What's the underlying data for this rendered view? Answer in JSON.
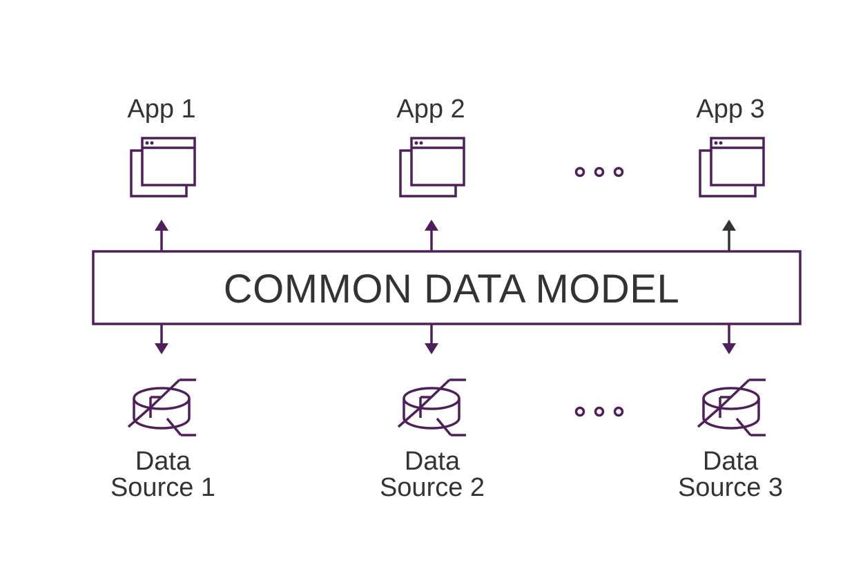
{
  "model": {
    "label": "COMMON DATA MODEL"
  },
  "apps": [
    {
      "label": "App 1",
      "icon": "app-window-icon"
    },
    {
      "label": "App 2",
      "icon": "app-window-icon"
    },
    {
      "label": "App 3",
      "icon": "app-window-icon"
    }
  ],
  "sources": [
    {
      "line1": "Data",
      "line2": "Source 1",
      "icon": "database-icon"
    },
    {
      "line1": "Data",
      "line2": "Source 2",
      "icon": "database-icon"
    },
    {
      "line1": "Data",
      "line2": "Source 3",
      "icon": "database-icon"
    }
  ],
  "colors": {
    "accent": "#4f1f5c",
    "text": "#333333",
    "arrow_app3": "#333333"
  }
}
